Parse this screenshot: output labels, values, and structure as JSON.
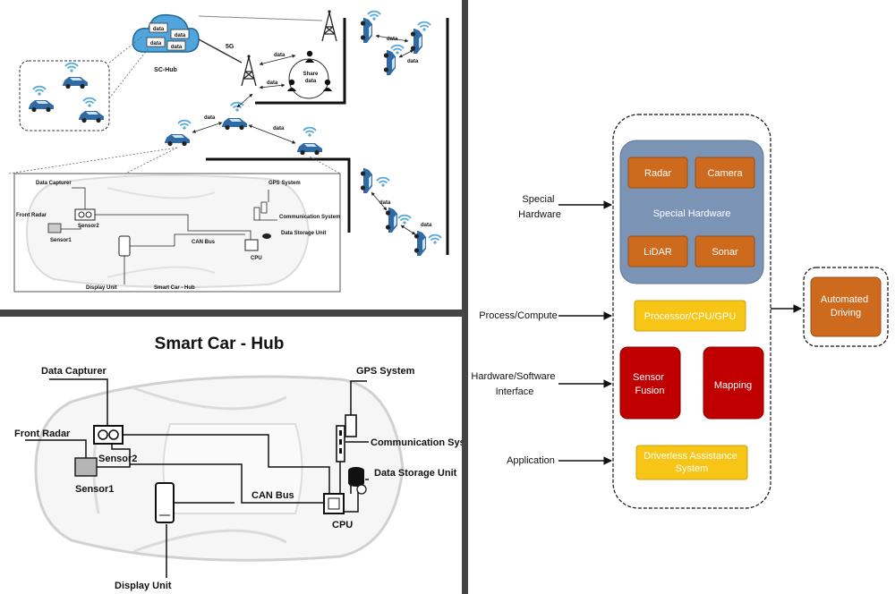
{
  "network": {
    "hub_label": "SC-Hub",
    "cloud_items": [
      "data",
      "data",
      "data",
      "data"
    ],
    "fiveg_label": "5G",
    "share_label": [
      "Share",
      "data"
    ],
    "data_label": "data",
    "car_hub_title": "Smart Car - Hub",
    "components": {
      "data_capturer": "Data Capturer",
      "gps": "GPS System",
      "front_radar": "Front Radar",
      "sensor2": "Sensor2",
      "communication": "Communication System",
      "sensor1": "Sensor1",
      "can_bus": "CAN Bus",
      "storage": "Data Storage Unit",
      "cpu": "CPU",
      "display": "Display Unit"
    }
  },
  "car_hub": {
    "title": "Smart Car - Hub",
    "components": {
      "data_capturer": "Data Capturer",
      "gps": "GPS System",
      "front_radar": "Front Radar",
      "sensor2": "Sensor2",
      "communication": "Communication System",
      "sensor1": "Sensor1",
      "storage": "Data Storage Unit",
      "can_bus": "CAN Bus",
      "cpu": "CPU",
      "display": "Display Unit"
    }
  },
  "architecture": {
    "layers": [
      "Special Hardware",
      "Process/Compute",
      "Hardware/Software Interface",
      "Application"
    ],
    "layer_lines": [
      [
        "Special",
        "Hardware"
      ],
      [
        "Process/Compute"
      ],
      [
        "Hardware/Software",
        "Interface"
      ],
      [
        "Application"
      ]
    ],
    "special_hw_group": "Special Hardware",
    "hw_blocks": [
      "Radar",
      "Camera",
      "LiDAR",
      "Sonar"
    ],
    "processor": "Processor/CPU/GPU",
    "sensor_fusion": [
      "Sensor",
      "Fusion"
    ],
    "mapping": "Mapping",
    "driverless": [
      "Driverless Assistance",
      "System"
    ],
    "output": [
      "Automated",
      "Driving"
    ]
  },
  "colors": {
    "group_fill": "#7b94b5",
    "hw_block": "#cd6a1e",
    "yellow": "#f7c516",
    "red": "#c00000",
    "separator": "#454545",
    "vehicle_blue": "#2f6aa3",
    "wifi": "#55a8d8"
  }
}
